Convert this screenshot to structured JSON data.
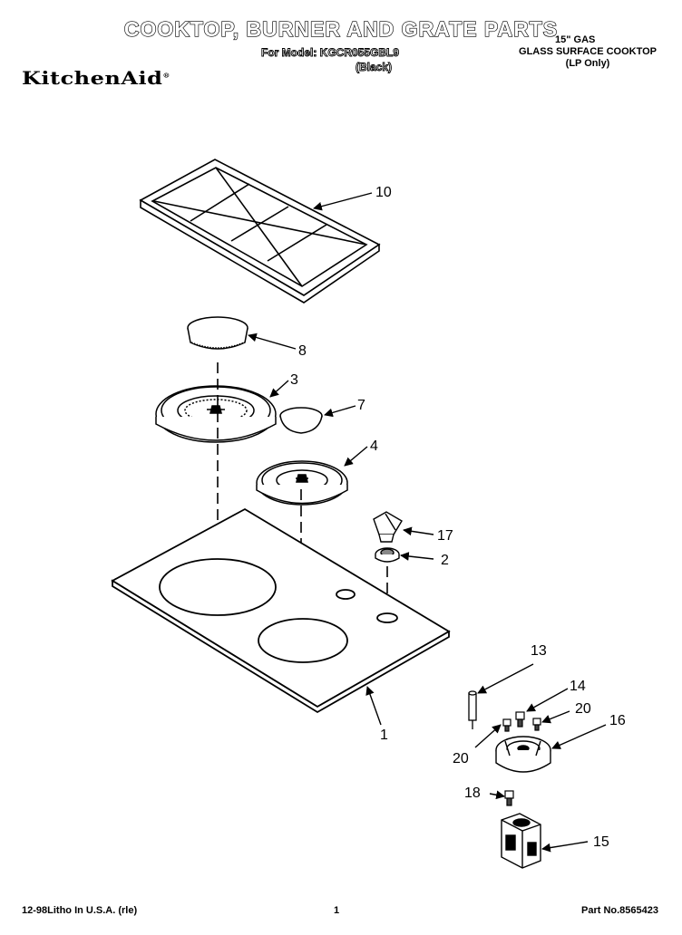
{
  "header": {
    "title": "COOKTOP, BURNER AND GRATE PARTS",
    "model_line": "For Model: KGCR055GBL9",
    "color_line": "(Black)",
    "description": [
      "15\" GAS",
      "GLASS SURFACE COOKTOP",
      "(LP Only)"
    ],
    "brand": "KitchenAid",
    "brand_mark": "®"
  },
  "callouts": {
    "c10": "10",
    "c8": "8",
    "c3": "3",
    "c7": "7",
    "c4": "4",
    "c17": "17",
    "c2": "2",
    "c1": "1",
    "c13": "13",
    "c14": "14",
    "c20a": "20",
    "c20b": "20",
    "c16": "16",
    "c18": "18",
    "c15": "15"
  },
  "footer": {
    "litho": "12-98Litho In U.S.A. (rle)",
    "page": "1",
    "part_no": "Part No.8565423"
  }
}
